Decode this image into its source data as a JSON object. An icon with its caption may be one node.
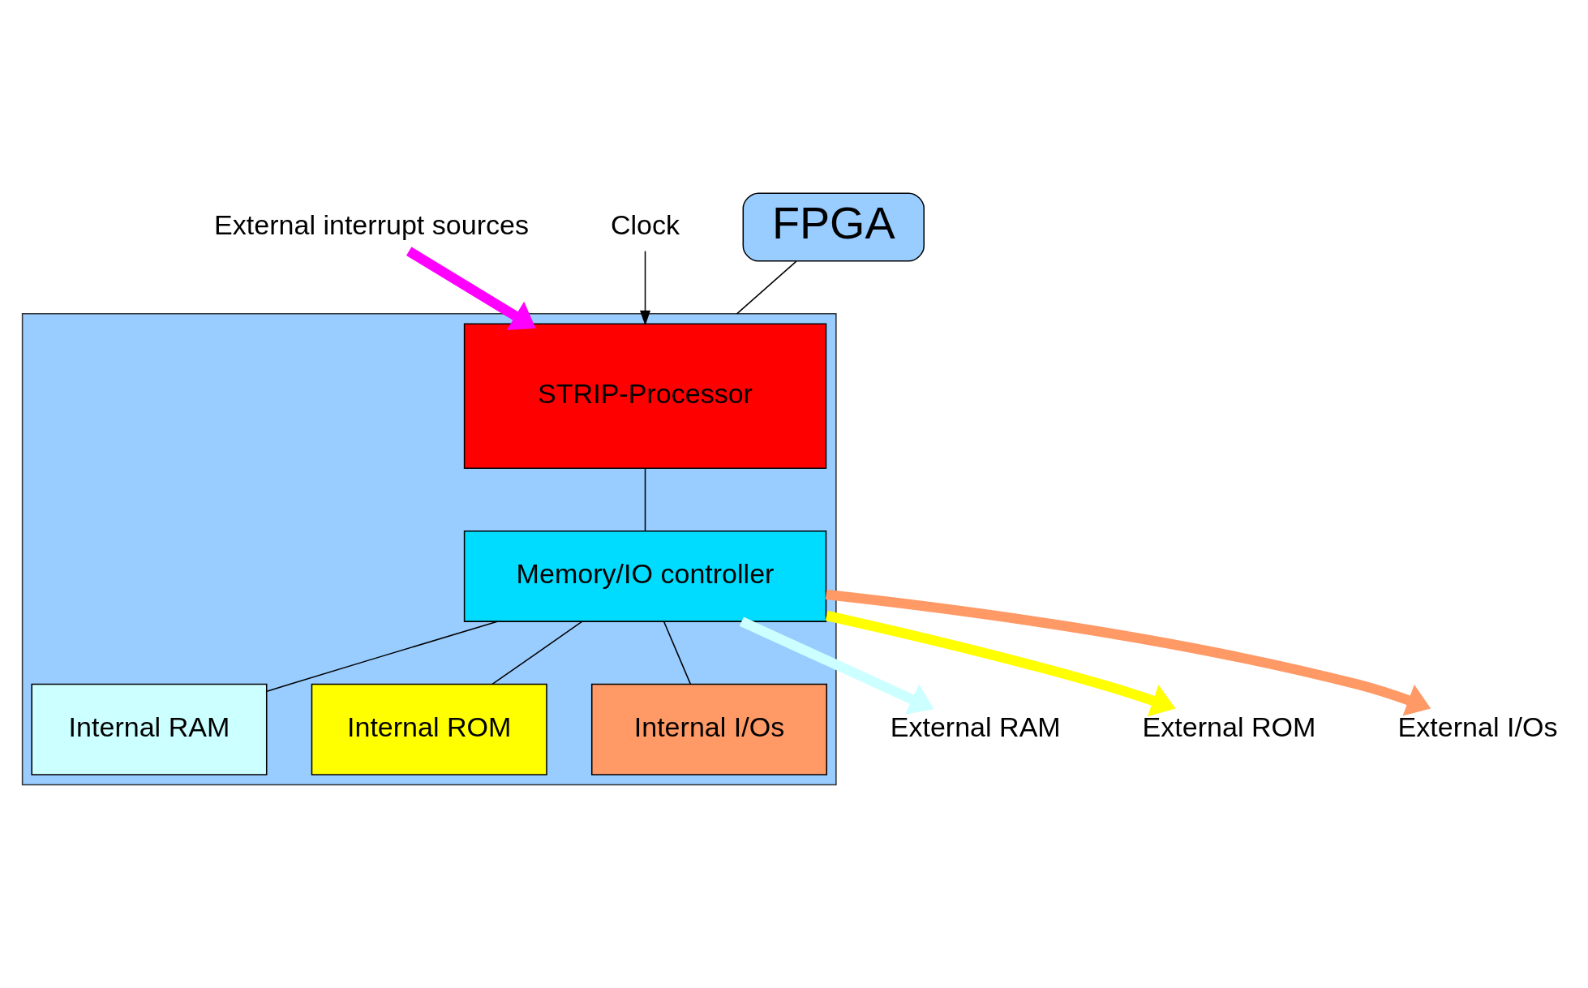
{
  "diagram": {
    "nodes": [
      {
        "text": [
          "External interrupt sources"
        ]
      },
      {
        "text": [],
        "shape": "box"
      },
      {
        "text": [
          "STRIP-Processor"
        ],
        "in": 1
      },
      {
        "text": [
          "Internal RAM"
        ],
        "in": 1
      },
      {
        "text": [
          "Clock"
        ]
      },
      {
        "text": [
          "Internal ROM"
        ],
        "in": 1
      },
      {
        "text": [
          "Memory/IO controller"
        ],
        "in": 1
      },
      {
        "text": [
          "Internal I/Os"
        ],
        "in": 1
      },
      {
        "text": [
          "FPGA"
        ]
      },
      {
        "text": [
          "External RAM"
        ]
      },
      {
        "text": [
          "External ROM"
        ]
      },
      {
        "text": [
          "External I/Os"
        ]
      }
    ],
    "edges": [
      {
        "from": 0,
        "to": 2,
        "arrow": "to",
        "style": "thick",
        "color": "#ff00ff"
      },
      {
        "from": 4,
        "to": 2,
        "arrow": "to"
      },
      {
        "from": 2,
        "to": 6,
        "arrow": "none"
      },
      {
        "from": 6,
        "to": 3,
        "arrow": "none"
      },
      {
        "from": 6,
        "to": 5,
        "arrow": "none"
      },
      {
        "from": 6,
        "to": 7,
        "arrow": "none"
      },
      {
        "from": 6,
        "to": 9,
        "arrow": "to",
        "style": "thick",
        "color": "#ccffff"
      },
      {
        "from": 6,
        "to": 10,
        "arrow": "to",
        "style": "thick",
        "color": "#ffff00"
      },
      {
        "from": 6,
        "to": 11,
        "arrow": "to",
        "style": "thick",
        "color": "#ff9966"
      },
      {
        "from": 8,
        "to": 1,
        "arrow": "none"
      }
    ]
  }
}
